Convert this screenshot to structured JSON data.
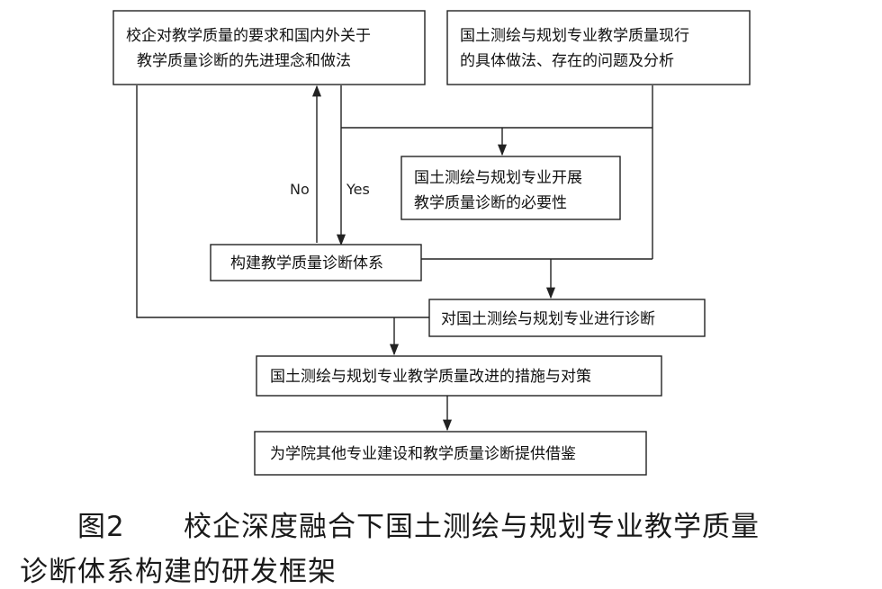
{
  "boxes": {
    "requirements": {
      "line1": "校企对教学质量的要求和国内外关于",
      "line2": "教学质量诊断的先进理念和做法"
    },
    "current_practice": {
      "line1": "国土测绘与规划专业教学质量现行",
      "line2": "的具体做法、存在的问题及分析"
    },
    "necessity": {
      "line1": "国土测绘与规划专业开展",
      "line2": "教学质量诊断的必要性"
    },
    "build_system": {
      "line1": "构建教学质量诊断体系"
    },
    "diagnose": {
      "line1": "对国土测绘与规划专业进行诊断"
    },
    "measures": {
      "line1": "国土测绘与规划专业教学质量改进的措施与对策"
    },
    "reference": {
      "line1": "为学院其他专业建设和教学质量诊断提供借鉴"
    }
  },
  "labels": {
    "no": "No",
    "yes": "Yes"
  },
  "caption": {
    "figure_number": "图2",
    "title_line1": "校企深度融合下国土测绘与规划专业教学质量",
    "title_line2": "诊断体系构建的研发框架"
  }
}
